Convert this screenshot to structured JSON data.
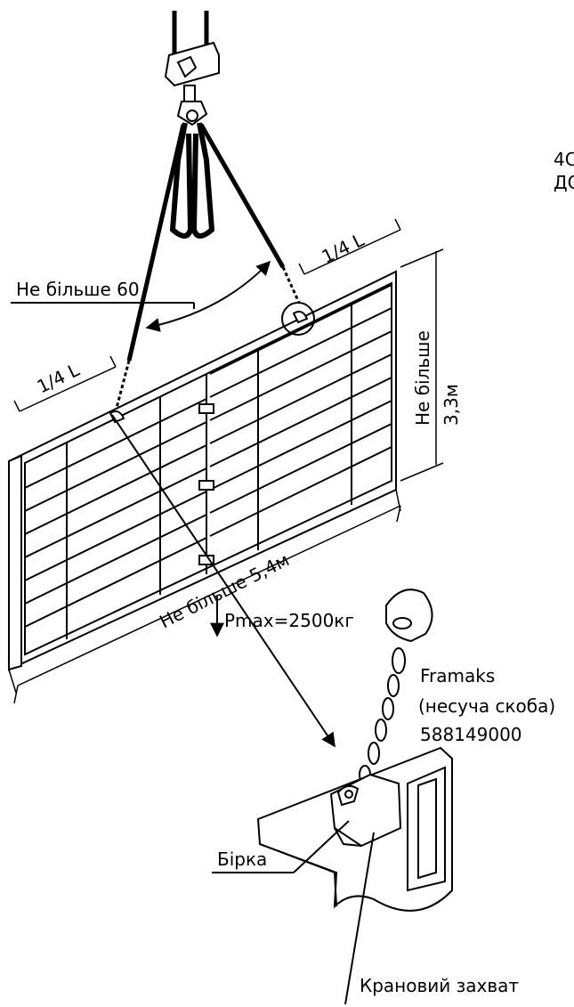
{
  "labels": {
    "angle": "Не більше 60",
    "quarter_left": "1/4 L",
    "quarter_right": "1/4 L",
    "height_line1": "Не більше",
    "height_line2": "3,3м",
    "length": "Не більше 5,4м",
    "pmax": "Pmax=2500кг",
    "brand": "Framaks",
    "bracket": "(несуча скоба)",
    "part_no": "588149000",
    "tag": "Бірка",
    "clamp": "Крановий захват",
    "cut_text_1": "4С",
    "cut_text_2": "ДС"
  }
}
